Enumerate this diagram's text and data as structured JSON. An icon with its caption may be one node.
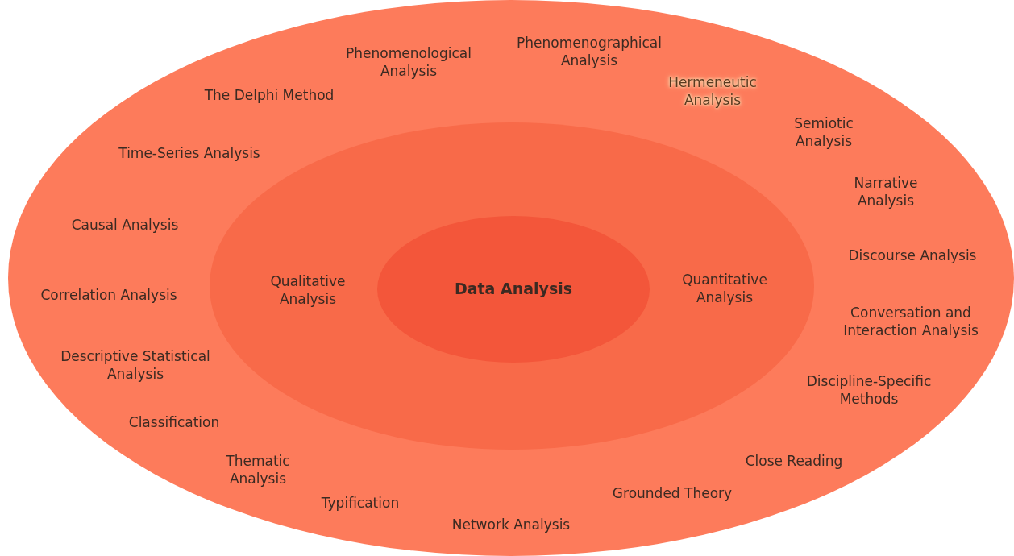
{
  "diagram": {
    "nodes": [
      {
        "text": [
          "Phenomenological Analysis",
          "Phenomenographical Analysis",
          "The Delphi Method",
          "Hermeneutic Analysis",
          "Semiotic Analysis",
          "Time-Series Analysis",
          "Narrative Analysis",
          "Causal Analysis",
          "Discourse Analysis",
          "Correlation Analysis",
          "Conversation and Interaction Analysis",
          "Descriptive Statistical Analysis",
          "Discipline-Specific Methods",
          "Classification",
          "Thematic Analysis",
          "Close Reading",
          "Grounded Theory",
          "Typification",
          "Network Analysis"
        ]
      },
      {
        "text": [
          "Qualitative Analysis",
          "Quantitative Analysis"
        ],
        "in": 0
      },
      {
        "text": [
          "Data Analysis"
        ],
        "in": 1
      }
    ]
  }
}
